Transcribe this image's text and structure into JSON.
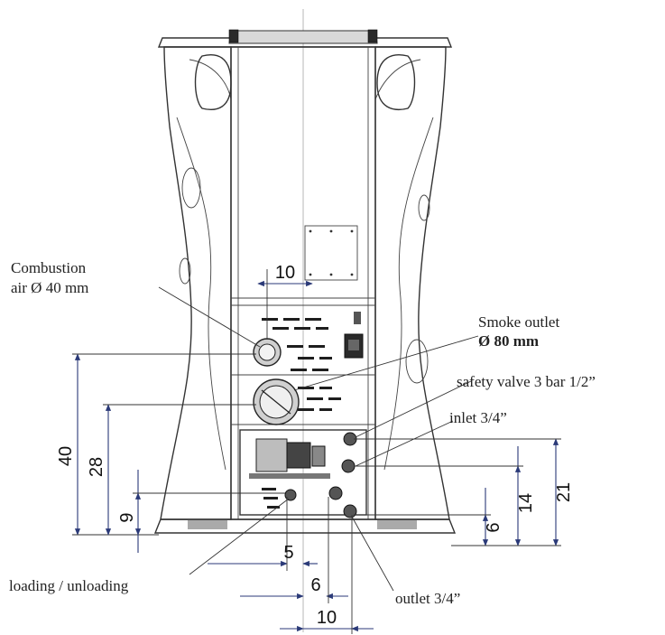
{
  "labels": {
    "combustion_air_line1": "Combustion",
    "combustion_air_line2": "air Ø 40 mm",
    "smoke_outlet_line1": "Smoke outlet",
    "smoke_outlet_line2": "Ø 80 mm",
    "safety_valve": "safety valve 3 bar 1/2”",
    "inlet": "inlet 3/4”",
    "loading_unloading": "loading / unloading",
    "outlet": "outlet 3/4”"
  },
  "dimensions": {
    "top_10": "10",
    "left_40": "40",
    "left_28": "28",
    "left_9": "9",
    "bottom_5": "5",
    "bottom_6": "6",
    "bottom_10": "10",
    "right_6": "6",
    "right_14": "14",
    "right_21": "21"
  }
}
